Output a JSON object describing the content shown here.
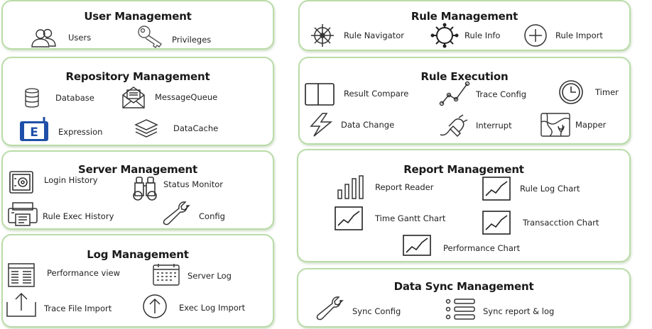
{
  "user_mgmt": {
    "title": "User Management",
    "users": "Users",
    "privileges": "Privileges"
  },
  "repo_mgmt": {
    "title": "Repository Management",
    "database": "Database",
    "message_queue": "MessageQueue",
    "expression": "Expression",
    "data_cache": "DataCache"
  },
  "server_mgmt": {
    "title": "Server Management",
    "login_history": "Login History",
    "status_monitor": "Status Monitor",
    "rule_exec_history": "Rule Exec History",
    "config": "Config"
  },
  "log_mgmt": {
    "title": "Log Management",
    "performance_view": "Performance view",
    "server_log": "Server Log",
    "trace_file_import": "Trace File Import",
    "exec_log_import": "Exec Log Import"
  },
  "rule_mgmt": {
    "title": "Rule Management",
    "rule_navigator": "Rule Navigator",
    "rule_info": "Rule Info",
    "rule_import": "Rule Import"
  },
  "rule_exec": {
    "title": "Rule Execution",
    "result_compare": "Result Compare",
    "trace_config": "Trace Config",
    "timer": "Timer",
    "data_change": "Data Change",
    "interrupt": "Interrupt",
    "mapper": "Mapper"
  },
  "report_mgmt": {
    "title": "Report Management",
    "report_reader": "Report Reader",
    "rule_log_chart": "Rule Log Chart",
    "time_gantt_chart": "Time Gantt Chart",
    "transaction_chart": "Transacction Chart",
    "performance_chart": "Performance Chart"
  },
  "data_sync": {
    "title": "Data Sync Management",
    "sync_config": "Sync Config",
    "sync_report_log": "Sync report & log"
  },
  "icons": [
    "users-icon",
    "key-icon",
    "database-icon",
    "envelope-icon",
    "expression-icon",
    "layers-icon",
    "safe-icon",
    "binoculars-icon",
    "printer-icon",
    "wrench-icon",
    "performance-view-icon",
    "calendar-icon",
    "upload-icon",
    "arrow-up-circle-icon",
    "ship-wheel-icon",
    "gear-icon",
    "plus-circle-icon",
    "book-icon",
    "trace-icon",
    "clock-icon",
    "lightning-icon",
    "plug-icon",
    "map-icon",
    "bar-chart-icon",
    "line-chart-icon",
    "list-icon"
  ],
  "colors": {
    "panel_border": "#b9dca8",
    "icon_stroke": "#333333",
    "accent_blue": "#1f4fa8"
  }
}
